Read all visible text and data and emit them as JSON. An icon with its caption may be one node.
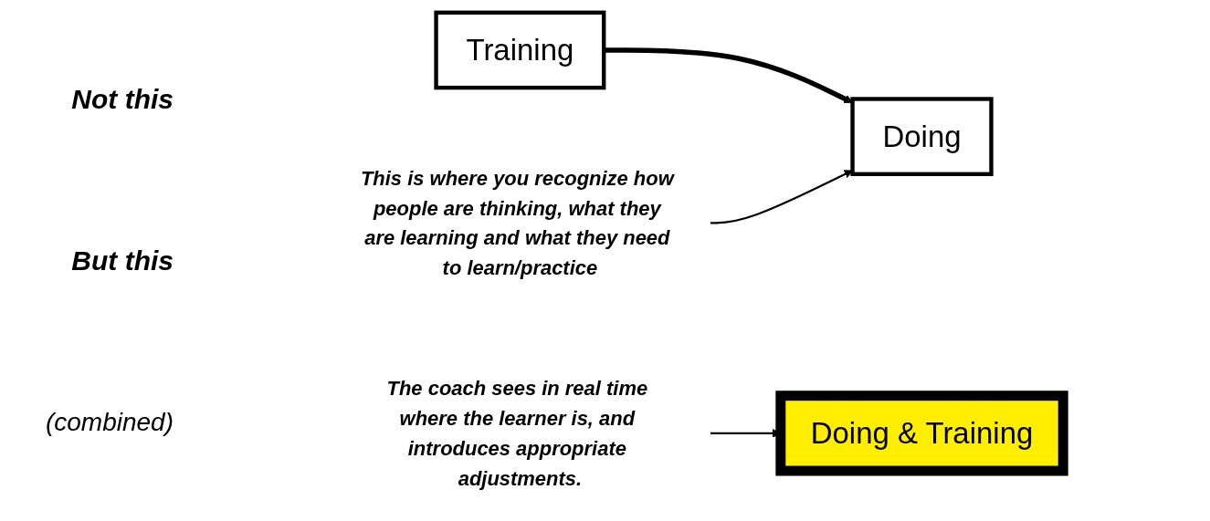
{
  "diagram": {
    "nodes": [
      {
        "text": [
          "Training"
        ]
      },
      {
        "text": [
          "Doing"
        ]
      },
      {
        "text": [
          "This is where you recognize how people are thinking, what they are learning and what they need to learn/practice"
        ]
      },
      {
        "text": [
          "Doing & Training"
        ]
      },
      {
        "text": [
          "The coach sees in real time where the learner is, and introduces appropriate adjustments."
        ]
      }
    ],
    "edges": [
      {
        "from": 0,
        "to": 1,
        "arrow": "to",
        "style": "thick"
      },
      {
        "from": 2,
        "to": 1,
        "arrow": "to"
      },
      {
        "from": 4,
        "to": 3,
        "arrow": "to"
      }
    ],
    "labels": [
      "Not this",
      "But this",
      "(combined)"
    ]
  }
}
